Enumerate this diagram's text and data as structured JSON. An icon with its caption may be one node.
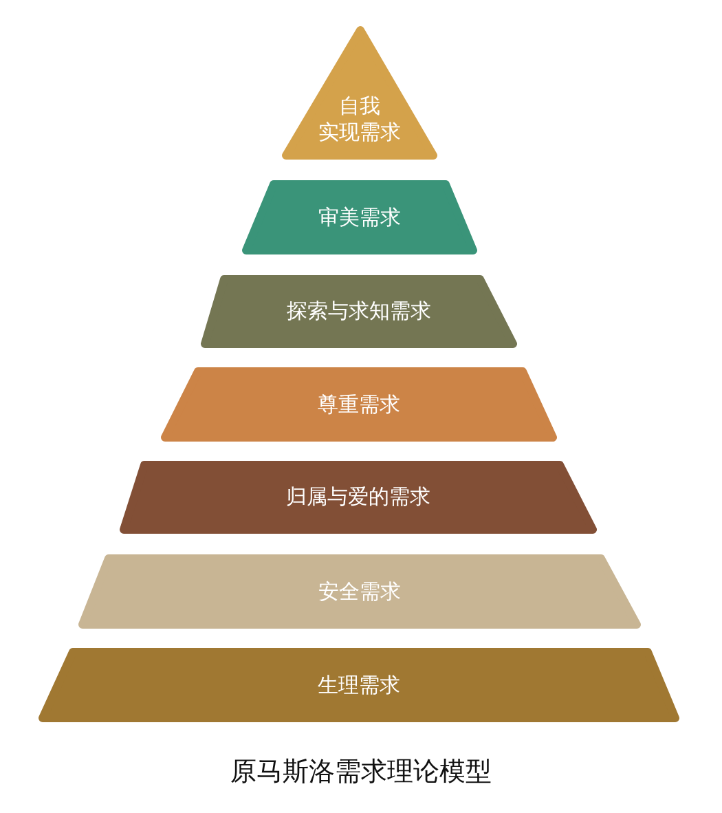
{
  "diagram": {
    "title": "原马斯洛需求理论模型",
    "nodes": [
      {
        "text": [
          "自我实现需求"
        ]
      },
      {
        "text": [
          "审美需求"
        ]
      },
      {
        "text": [
          "探索与求知需求"
        ]
      },
      {
        "text": [
          "尊重需求"
        ]
      },
      {
        "text": [
          "归属与爱的需求"
        ]
      },
      {
        "text": [
          "安全需求"
        ]
      },
      {
        "text": [
          "生理需求"
        ]
      }
    ]
  }
}
